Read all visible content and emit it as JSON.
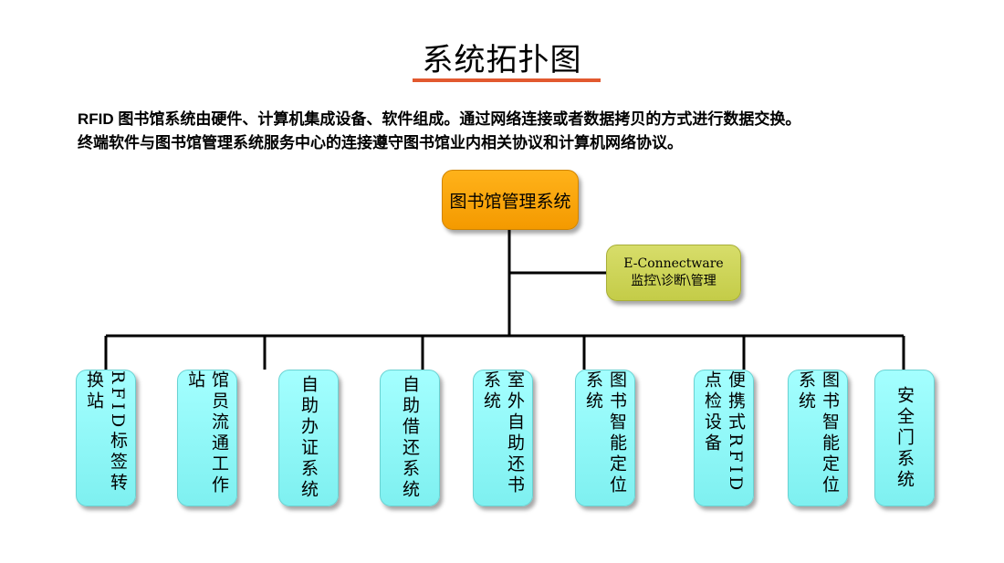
{
  "slide": {
    "title": "系统拓扑图",
    "intro_line1": "RFID 图书馆系统由硬件、计算机集成设备、软件组成。通过网络连接或者数据拷贝的方式进行数据交换。",
    "intro_line2": "终端软件与图书馆管理系统服务中心的连接遵守图书馆业内相关协议和计算机网络协议。"
  },
  "diagram": {
    "root": {
      "label": "图书馆管理系统"
    },
    "side_node": {
      "line1": "E-Connectware",
      "line2": "监控\\诊断\\管理"
    },
    "leaves": [
      {
        "label": "RFID标签转换站"
      },
      {
        "label": "馆员流通工作站"
      },
      {
        "label": "自助办证系统"
      },
      {
        "label": "自助借还系统"
      },
      {
        "label": "室外自助还书系统"
      },
      {
        "label": "图书智能定位系统"
      },
      {
        "label": "便携式RFID点检设备"
      },
      {
        "label": "图书智能定位系统"
      },
      {
        "label": "安全门系统"
      }
    ],
    "colors": {
      "root": "#f7a400",
      "side_node": "#ccd24e",
      "leaf": "#8ef8f8",
      "title_underline": "#e2592f",
      "lines": "#000000"
    }
  }
}
